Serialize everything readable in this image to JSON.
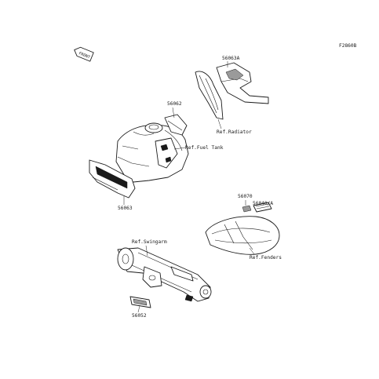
{
  "figure_code": "F2860B",
  "front_badge": "FRONT",
  "labels": {
    "p56063A": "56063A",
    "ref_radiator": "Ref.Radiator",
    "p56062": "56062",
    "ref_fuel_tank": "Ref.Fuel Tank",
    "p56063": "56063",
    "p56070": "56070",
    "p56040a": "56040/A",
    "ref_fenders": "Ref.Fenders",
    "ref_swingarm": "Ref.Swingarm",
    "p56052": "56052"
  },
  "colors": {
    "line": "#1a1a1a",
    "background": "#ffffff"
  }
}
